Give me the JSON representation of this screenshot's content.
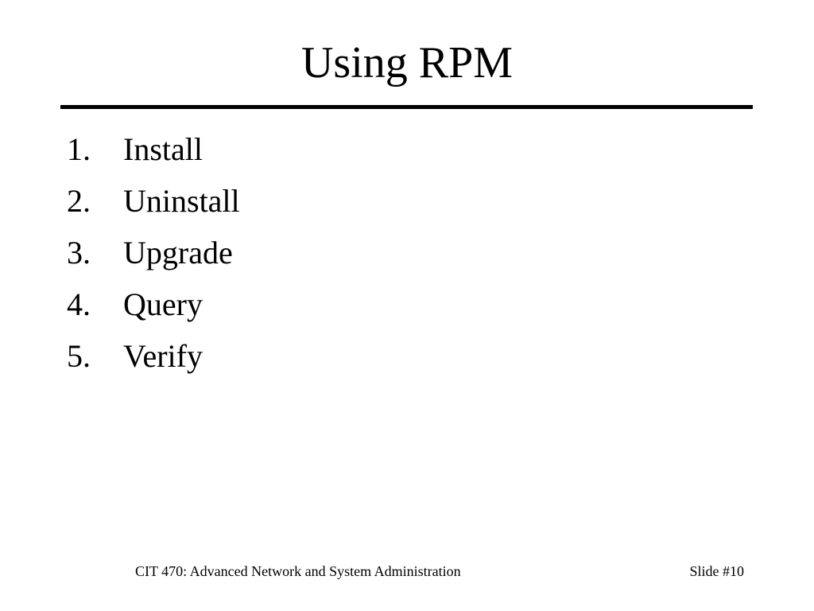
{
  "slide": {
    "title": "Using RPM",
    "items": [
      {
        "number": "1.",
        "label": "Install"
      },
      {
        "number": "2.",
        "label": "Uninstall"
      },
      {
        "number": "3.",
        "label": "Upgrade"
      },
      {
        "number": "4.",
        "label": "Query"
      },
      {
        "number": "5.",
        "label": "Verify"
      }
    ],
    "footer": {
      "course": "CIT 470: Advanced Network and System Administration",
      "slide_number": "Slide #10"
    }
  }
}
